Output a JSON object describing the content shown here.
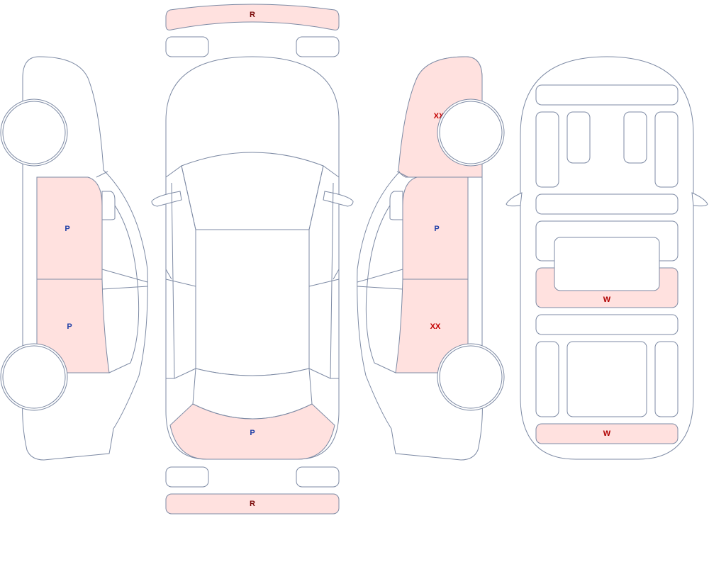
{
  "legend_colors": {
    "P": "#1f3fa6",
    "XX": "#c40000",
    "W": "#b00000",
    "R": "#7a0a0a"
  },
  "highlight_color": "#ffe1df",
  "outline_color": "#7d8aa4",
  "marks": {
    "front_bumper": "R",
    "rear_bumper": "R",
    "left_front_door": "P",
    "left_rear_door": "P",
    "hood": "P",
    "right_front_fender": "XX",
    "right_front_door": "P",
    "right_rear_door": "XX",
    "underbody_panel_middle": "W",
    "underbody_panel_rear": "W"
  }
}
